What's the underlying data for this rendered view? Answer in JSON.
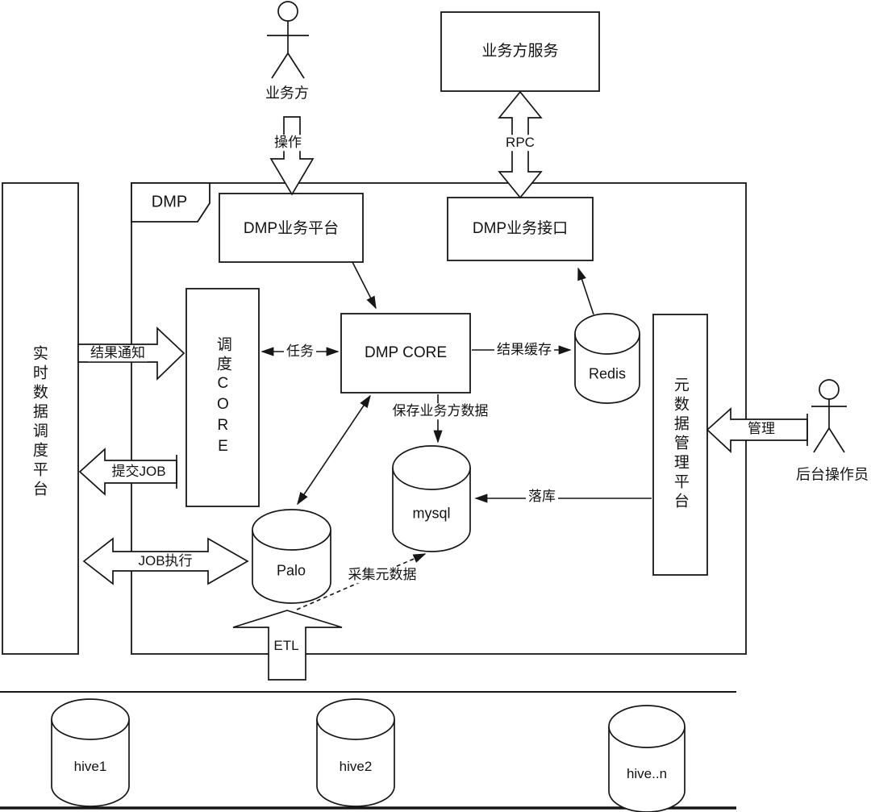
{
  "colors": {
    "line": "#161616",
    "background": "#ffffff"
  },
  "actors": {
    "business": {
      "label": "业务方"
    },
    "operator": {
      "label": "后台操作员"
    }
  },
  "containers": {
    "dmp": {
      "tab": "DMP"
    }
  },
  "nodes": {
    "biz_service": {
      "label": "业务方服务"
    },
    "dmp_platform": {
      "label": "DMP业务平台"
    },
    "dmp_interface": {
      "label": "DMP业务接口"
    },
    "sched_core": {
      "label": "调度CORE"
    },
    "dmp_core": {
      "label": "DMP CORE"
    },
    "realtime_platform": {
      "label": "实时数据调度平台"
    },
    "meta_platform": {
      "label": "元数据管理平台"
    },
    "redis": {
      "label": "Redis"
    },
    "mysql": {
      "label": "mysql"
    },
    "palo": {
      "label": "Palo"
    },
    "hive1": {
      "label": "hive1"
    },
    "hive2": {
      "label": "hive2"
    },
    "hive_n": {
      "label": "hive..n"
    }
  },
  "edges": {
    "operate": "操作",
    "rpc": "RPC",
    "result_notify": "结果通知",
    "task": "任务",
    "result_cache": "结果缓存",
    "save_biz_data": "保存业务方数据",
    "submit_job": "提交JOB",
    "job_exec": "JOB执行",
    "store_db": "落库",
    "collect_meta": "采集元数据",
    "etl": "ETL",
    "manage": "管理"
  }
}
